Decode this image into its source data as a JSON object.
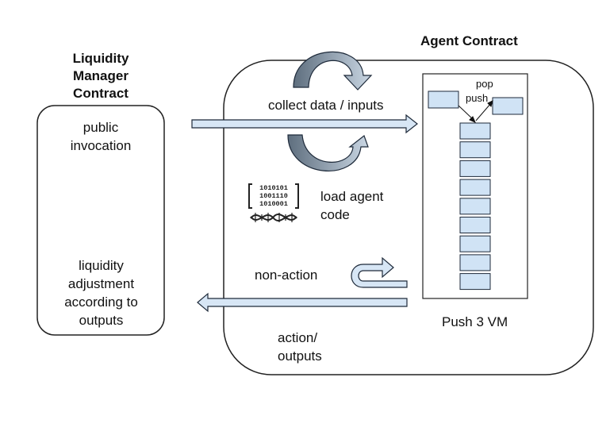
{
  "liquidity_manager": {
    "title": "Liquidity\nManager\nContract",
    "invocation": "public\ninvocation",
    "adjustment": "liquidity\nadjustment\naccording to\noutputs"
  },
  "agent_contract": {
    "title": "Agent Contract",
    "collect": "collect data / inputs",
    "load": "load agent\ncode",
    "non_action": "non-action",
    "action": "action/\noutputs"
  },
  "vm": {
    "pop": "pop",
    "push": "push",
    "label": "Push 3 VM",
    "stack_cells": 9
  },
  "icon": {
    "name": "dna-code-icon",
    "bits": [
      "1010101",
      "1001110",
      "1010001"
    ]
  },
  "colors": {
    "arrow_fill": "#d7e6f5",
    "arrow_stroke": "#1e2a3a",
    "stack_fill": "#d0e3f5",
    "curve_dark": "#6e7f8f"
  }
}
